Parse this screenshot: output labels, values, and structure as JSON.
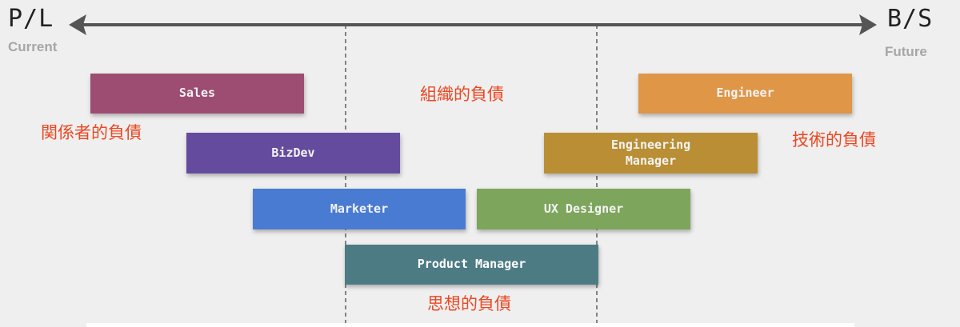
{
  "axis": {
    "left_label": "P/L",
    "left_sublabel": "Current",
    "right_label": "B/S",
    "right_sublabel": "Future"
  },
  "roles": {
    "sales": "Sales",
    "bizdev": "BizDev",
    "marketer": "Marketer",
    "product_manager": "Product Manager",
    "engineer": "Engineer",
    "engineering_manager": "Engineering\nManager",
    "ux_designer": "UX Designer"
  },
  "debts": {
    "relationship": "関係者的負債",
    "organizational": "組織的負債",
    "technical": "技術的負債",
    "ideological": "思想的負債"
  },
  "colors": {
    "sales": "#9d4c72",
    "bizdev": "#654b9d",
    "marketer": "#4a7bd3",
    "product_manager": "#4d7b84",
    "engineer": "#df9647",
    "engineering_manager": "#b98e34",
    "ux_designer": "#7da55c",
    "debt_label": "#ea4823",
    "role_text_light": "#ffffff",
    "role_text_dark": "#f3f3f3"
  }
}
